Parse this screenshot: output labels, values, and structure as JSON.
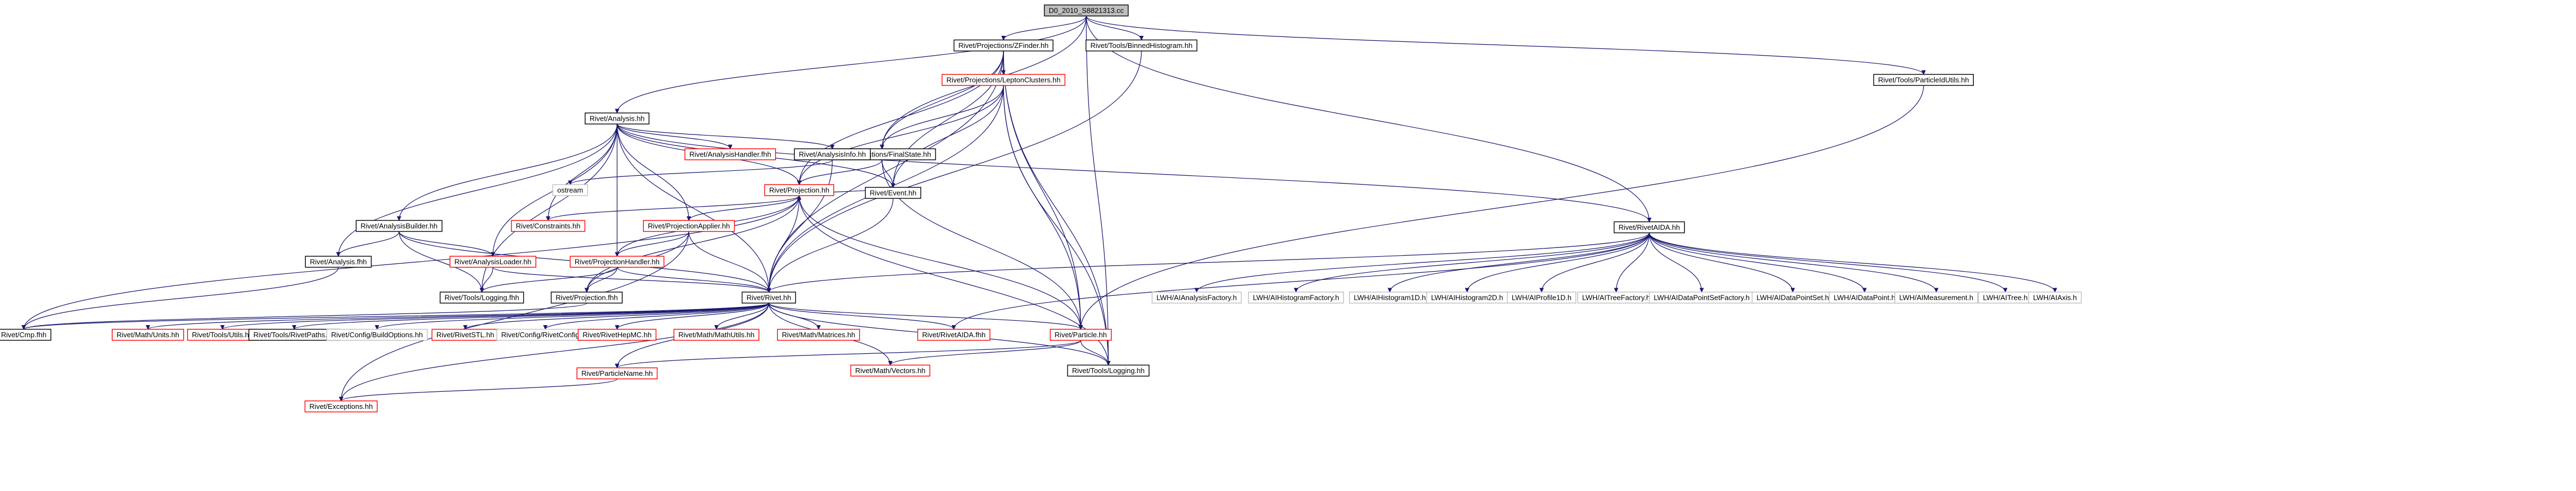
{
  "colors": {
    "edge": "#191970",
    "root_fill": "#bfbfbf",
    "normal_border": "#000000",
    "incomplete_border": "#ff0000",
    "plain_border": "#bfbfbf"
  },
  "nodes": [
    {
      "id": "root",
      "label": "D0_2010_S8821313.cc",
      "kind": "root"
    },
    {
      "id": "zfinder",
      "label": "Rivet/Projections/ZFinder.hh",
      "kind": "normal"
    },
    {
      "id": "binned",
      "label": "Rivet/Tools/BinnedHistogram.hh",
      "kind": "normal"
    },
    {
      "id": "particleidutils",
      "label": "Rivet/Tools/ParticleIdUtils.hh",
      "kind": "normal"
    },
    {
      "id": "leptonclusters",
      "label": "Rivet/Projections/LeptonClusters.hh",
      "kind": "incomplete"
    },
    {
      "id": "analysis",
      "label": "Rivet/Analysis.hh",
      "kind": "normal"
    },
    {
      "id": "finalstate",
      "label": "Rivet/Projections/FinalState.hh",
      "kind": "normal"
    },
    {
      "id": "analysishandlerfhh",
      "label": "Rivet/AnalysisHandler.fhh",
      "kind": "incomplete"
    },
    {
      "id": "analysisinfo",
      "label": "Rivet/AnalysisInfo.hh",
      "kind": "normal"
    },
    {
      "id": "event",
      "label": "Rivet/Event.hh",
      "kind": "normal"
    },
    {
      "id": "cstream",
      "label": "ostream",
      "kind": "plain"
    },
    {
      "id": "projection",
      "label": "Rivet/Projection.hh",
      "kind": "incomplete"
    },
    {
      "id": "constraints",
      "label": "Rivet/Constraints.hh",
      "kind": "incomplete"
    },
    {
      "id": "analysisbuilder",
      "label": "Rivet/AnalysisBuilder.hh",
      "kind": "normal"
    },
    {
      "id": "projapplier",
      "label": "Rivet/ProjectionApplier.hh",
      "kind": "incomplete"
    },
    {
      "id": "rivetaida",
      "label": "Rivet/RivetAIDA.hh",
      "kind": "normal"
    },
    {
      "id": "analysisfhh",
      "label": "Rivet/Analysis.fhh",
      "kind": "normal"
    },
    {
      "id": "analysisloader",
      "label": "Rivet/AnalysisLoader.hh",
      "kind": "incomplete"
    },
    {
      "id": "projhandler",
      "label": "Rivet/ProjectionHandler.hh",
      "kind": "incomplete"
    },
    {
      "id": "toolslogfhh",
      "label": "Rivet/Tools/Logging.fhh",
      "kind": "normal"
    },
    {
      "id": "projfhh",
      "label": "Rivet/Projection.fhh",
      "kind": "normal"
    },
    {
      "id": "rivet",
      "label": "Rivet/Rivet.hh",
      "kind": "normal"
    },
    {
      "id": "cmp",
      "label": "Rivet/Cmp.fhh",
      "kind": "normal"
    },
    {
      "id": "units",
      "label": "Rivet/Math/Units.hh",
      "kind": "incomplete"
    },
    {
      "id": "utils",
      "label": "Rivet/Tools/Utils.hh",
      "kind": "incomplete"
    },
    {
      "id": "rivetpaths",
      "label": "Rivet/Tools/RivetPaths.hh",
      "kind": "normal"
    },
    {
      "id": "buildoptions",
      "label": "Rivet/Config/BuildOptions.hh",
      "kind": "plain"
    },
    {
      "id": "rivetstl",
      "label": "Rivet/RivetSTL.hh",
      "kind": "incomplete"
    },
    {
      "id": "rivetconfig",
      "label": "Rivet/Config/RivetConfig.hh",
      "kind": "plain"
    },
    {
      "id": "rivethepmc",
      "label": "Rivet/RivetHepMC.hh",
      "kind": "incomplete"
    },
    {
      "id": "mathutils",
      "label": "Rivet/Math/MathUtils.hh",
      "kind": "incomplete"
    },
    {
      "id": "matrices",
      "label": "Rivet/Math/Matrices.hh",
      "kind": "incomplete"
    },
    {
      "id": "rivetaidafhh",
      "label": "Rivet/RivetAIDA.fhh",
      "kind": "incomplete"
    },
    {
      "id": "particle",
      "label": "Rivet/Particle.hh",
      "kind": "incomplete"
    },
    {
      "id": "logging",
      "label": "Rivet/Tools/Logging.hh",
      "kind": "normal"
    },
    {
      "id": "particlename",
      "label": "Rivet/ParticleName.hh",
      "kind": "incomplete"
    },
    {
      "id": "vectors",
      "label": "Rivet/Math/Vectors.hh",
      "kind": "incomplete"
    },
    {
      "id": "exceptions",
      "label": "Rivet/Exceptions.hh",
      "kind": "incomplete"
    },
    {
      "id": "lwhanalysisfactory",
      "label": "LWH/AIAnalysisFactory.h",
      "kind": "plain"
    },
    {
      "id": "lwhhistfactory",
      "label": "LWH/AIHistogramFactory.h",
      "kind": "plain"
    },
    {
      "id": "lwhhist1d",
      "label": "LWH/AIHistogram1D.h",
      "kind": "plain"
    },
    {
      "id": "lwhhist2d",
      "label": "LWH/AIHistogram2D.h",
      "kind": "plain"
    },
    {
      "id": "lwhprofile1d",
      "label": "LWH/AIProfile1D.h",
      "kind": "plain"
    },
    {
      "id": "lwhtreefactory",
      "label": "LWH/AITreeFactory.h",
      "kind": "plain"
    },
    {
      "id": "lwhdpsfactory",
      "label": "LWH/AIDataPointSetFactory.h",
      "kind": "plain"
    },
    {
      "id": "lwhdps",
      "label": "LWH/AIDataPointSet.h",
      "kind": "plain"
    },
    {
      "id": "lwhdp",
      "label": "LWH/AIDataPoint.h",
      "kind": "plain"
    },
    {
      "id": "lwhmeas",
      "label": "LWH/AIMeasurement.h",
      "kind": "plain"
    },
    {
      "id": "lwhtree",
      "label": "LWH/AITree.h",
      "kind": "plain"
    },
    {
      "id": "lwhaxis",
      "label": "LWH/AIAxis.h",
      "kind": "plain"
    }
  ],
  "edges": [
    [
      "root",
      "zfinder"
    ],
    [
      "root",
      "binned"
    ],
    [
      "root",
      "particleidutils"
    ],
    [
      "root",
      "analysis"
    ],
    [
      "root",
      "finalstate"
    ],
    [
      "root",
      "rivetaida"
    ],
    [
      "root",
      "logging"
    ],
    [
      "zfinder",
      "leptonclusters"
    ],
    [
      "zfinder",
      "finalstate"
    ],
    [
      "zfinder",
      "event"
    ],
    [
      "zfinder",
      "projection"
    ],
    [
      "zfinder",
      "rivet"
    ],
    [
      "zfinder",
      "particle"
    ],
    [
      "zfinder",
      "logging"
    ],
    [
      "binned",
      "rivet"
    ],
    [
      "particleidutils",
      "particle"
    ],
    [
      "leptonclusters",
      "finalstate"
    ],
    [
      "leptonclusters",
      "event"
    ],
    [
      "leptonclusters",
      "projection"
    ],
    [
      "leptonclusters",
      "rivet"
    ],
    [
      "leptonclusters",
      "particle"
    ],
    [
      "leptonclusters",
      "logging"
    ],
    [
      "analysis",
      "analysishandlerfhh"
    ],
    [
      "analysis",
      "analysisinfo"
    ],
    [
      "analysis",
      "event"
    ],
    [
      "analysis",
      "projection"
    ],
    [
      "analysis",
      "constraints"
    ],
    [
      "analysis",
      "analysisbuilder"
    ],
    [
      "analysis",
      "projapplier"
    ],
    [
      "analysis",
      "rivetaida"
    ],
    [
      "analysis",
      "analysisfhh"
    ],
    [
      "analysis",
      "analysisloader"
    ],
    [
      "analysis",
      "projhandler"
    ],
    [
      "analysis",
      "toolslogfhh"
    ],
    [
      "analysis",
      "rivet"
    ],
    [
      "finalstate",
      "event"
    ],
    [
      "finalstate",
      "projection"
    ],
    [
      "finalstate",
      "particle"
    ],
    [
      "analysisinfo",
      "cstream"
    ],
    [
      "analysisinfo",
      "rivet"
    ],
    [
      "event",
      "projection"
    ],
    [
      "event",
      "rivet"
    ],
    [
      "projection",
      "constraints"
    ],
    [
      "projection",
      "projapplier"
    ],
    [
      "projection",
      "projhandler"
    ],
    [
      "projection",
      "projfhh"
    ],
    [
      "projection",
      "rivet"
    ],
    [
      "projection",
      "cmp"
    ],
    [
      "projection",
      "particle"
    ],
    [
      "projection",
      "logging"
    ],
    [
      "analysisbuilder",
      "analysisfhh"
    ],
    [
      "analysisbuilder",
      "analysisloader"
    ],
    [
      "analysisbuilder",
      "toolslogfhh"
    ],
    [
      "analysisbuilder",
      "rivet"
    ],
    [
      "projapplier",
      "projhandler"
    ],
    [
      "projapplier",
      "projfhh"
    ],
    [
      "projapplier",
      "rivet"
    ],
    [
      "projapplier",
      "exceptions"
    ],
    [
      "analysisfhh",
      "cmp"
    ],
    [
      "analysisloader",
      "toolslogfhh"
    ],
    [
      "analysisloader",
      "rivet"
    ],
    [
      "projhandler",
      "toolslogfhh"
    ],
    [
      "projhandler",
      "projfhh"
    ],
    [
      "projhandler",
      "rivet"
    ],
    [
      "projfhh",
      "cmp"
    ],
    [
      "rivet",
      "cmp"
    ],
    [
      "rivet",
      "units"
    ],
    [
      "rivet",
      "utils"
    ],
    [
      "rivet",
      "rivetpaths"
    ],
    [
      "rivet",
      "buildoptions"
    ],
    [
      "rivet",
      "rivetstl"
    ],
    [
      "rivet",
      "rivetconfig"
    ],
    [
      "rivet",
      "rivethepmc"
    ],
    [
      "rivet",
      "mathutils"
    ],
    [
      "rivet",
      "matrices"
    ],
    [
      "rivet",
      "rivetaidafhh"
    ],
    [
      "rivet",
      "particle"
    ],
    [
      "rivet",
      "logging"
    ],
    [
      "rivet",
      "particlename"
    ],
    [
      "rivet",
      "vectors"
    ],
    [
      "rivet",
      "exceptions"
    ],
    [
      "particle",
      "particlename"
    ],
    [
      "particle",
      "vectors"
    ],
    [
      "particle",
      "logging"
    ],
    [
      "particlename",
      "exceptions"
    ],
    [
      "rivetaida",
      "rivet"
    ],
    [
      "rivetaida",
      "lwhanalysisfactory"
    ],
    [
      "rivetaida",
      "lwhhistfactory"
    ],
    [
      "rivetaida",
      "lwhhist1d"
    ],
    [
      "rivetaida",
      "lwhhist2d"
    ],
    [
      "rivetaida",
      "lwhprofile1d"
    ],
    [
      "rivetaida",
      "lwhtreefactory"
    ],
    [
      "rivetaida",
      "lwhdpsfactory"
    ],
    [
      "rivetaida",
      "lwhdps"
    ],
    [
      "rivetaida",
      "lwhdp"
    ],
    [
      "rivetaida",
      "lwhmeas"
    ],
    [
      "rivetaida",
      "lwhtree"
    ],
    [
      "rivetaida",
      "lwhaxis"
    ],
    [
      "rivetaida",
      "rivetaidafhh"
    ]
  ]
}
